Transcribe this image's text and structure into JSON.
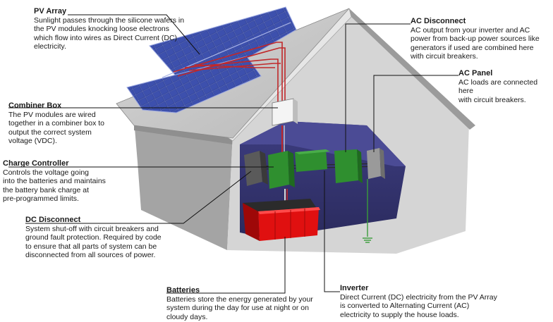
{
  "labels": {
    "pv_array": {
      "title": "PV Array",
      "desc": "Sunlight passes through the silicone wafers in\nthe PV modules knocking loose electrons\nwhich flow into wires as Direct Current (DC)\nelectricity."
    },
    "combiner_box": {
      "title": "Combiner Box",
      "desc": "The PV modules are wired\ntogether in a combiner box to\noutput the correct system\nvoltage (VDC)."
    },
    "charge_controller": {
      "title": "Charge Controller",
      "desc": "Controls the voltage going\ninto the batteries and maintains\nthe battery bank charge at\npre-programmed limits."
    },
    "dc_disconnect": {
      "title": "DC Disconnect",
      "desc": "System shut-off with circuit breakers and\nground fault protection.  Required by code\nto ensure that all parts of system can be\ndisconnected from all sources of power."
    },
    "batteries": {
      "title": "Batteries",
      "desc": "Batteries store the energy generated by your\nsystem during the day for use at night or on\ncloudy days."
    },
    "inverter": {
      "title": "Inverter",
      "desc": "Direct Current (DC) electricity from the PV Array\nis converted to Alternating Current (AC)\nelectricity to supply the house loads."
    },
    "ac_disconnect": {
      "title": "AC Disconnect",
      "desc": "AC output from your inverter and AC\npower from back-up power sources like\ngenerators if used are combined here\nwith circuit breakers."
    },
    "ac_panel": {
      "title": "AC Panel",
      "desc": "AC loads are connected here\nwith circuit breakers."
    }
  },
  "colors": {
    "roof_face": "#c8c8c8",
    "wall_front": "#a6a6a6",
    "wall_gable": "#d9d9d9",
    "interior": "#35356f",
    "solar_panel": "#2e3d8e",
    "component_green": "#2f8f2f",
    "battery_red": "#e01010",
    "wire_red": "#c0282a",
    "leader_line": "#111111"
  }
}
